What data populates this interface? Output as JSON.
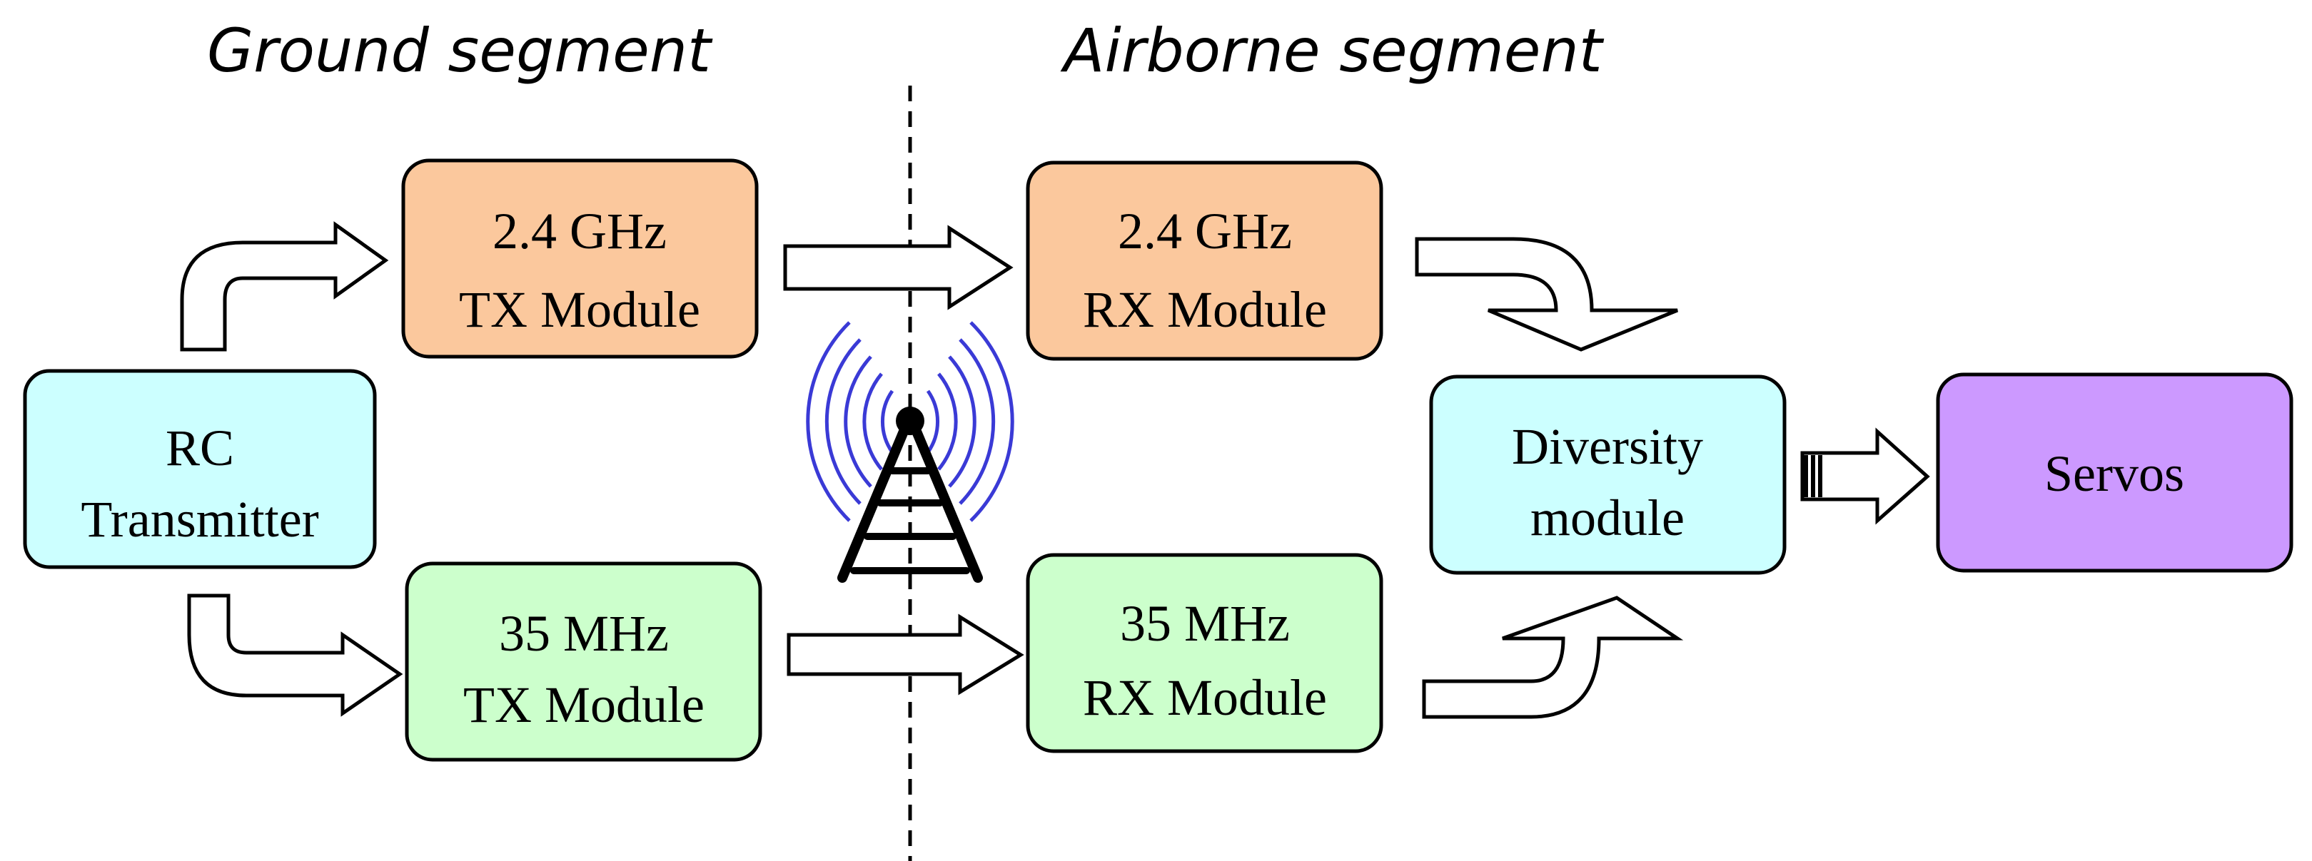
{
  "segments": {
    "ground": "Ground segment",
    "airborne": "Airborne segment"
  },
  "blocks": {
    "rc_transmitter": [
      "RC",
      "Transmitter"
    ],
    "tx_24": [
      "2.4 GHz",
      "TX Module"
    ],
    "tx_35": [
      "35 MHz",
      "TX Module"
    ],
    "rx_24": [
      "2.4 GHz",
      "RX Module"
    ],
    "rx_35": [
      "35 MHz",
      "RX Module"
    ],
    "diversity": [
      "Diversity",
      "module"
    ],
    "servos": [
      "Servos"
    ]
  },
  "colors": {
    "rc_transmitter": "#ccffff",
    "diversity": "#ccffff",
    "band_24": "#fbc89d",
    "band_35": "#ccffcc",
    "servos": "#cc99ff",
    "radio_waves": "#3a3ad6",
    "antenna": "#000000"
  },
  "icons": {
    "antenna": "radio-tower-icon"
  }
}
